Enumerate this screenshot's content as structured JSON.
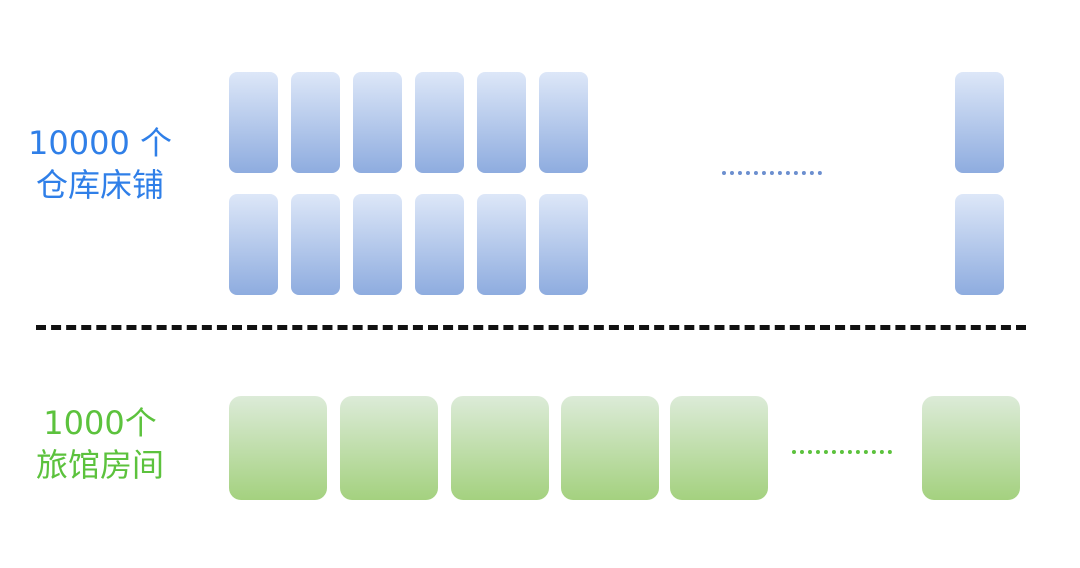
{
  "warehouse": {
    "label_lines": [
      "10000 个",
      "仓库床铺"
    ],
    "color": "#2f7fe8",
    "bed_gradient": [
      "#dde7f8",
      "#8eacdf"
    ],
    "ellipsis": "..........",
    "ellipsis_color": "#6c8fcf",
    "rows": 2,
    "visible_beds_per_row": 7
  },
  "divider": {
    "style": "dashed",
    "color": "#111111"
  },
  "hotel": {
    "label_lines": [
      "1000个",
      "旅馆房间"
    ],
    "color": "#5cc23d",
    "room_gradient": [
      "#dcebd8",
      "#a4d17f"
    ],
    "ellipsis": "..........",
    "ellipsis_color": "#5cc23d",
    "visible_rooms": 6
  }
}
